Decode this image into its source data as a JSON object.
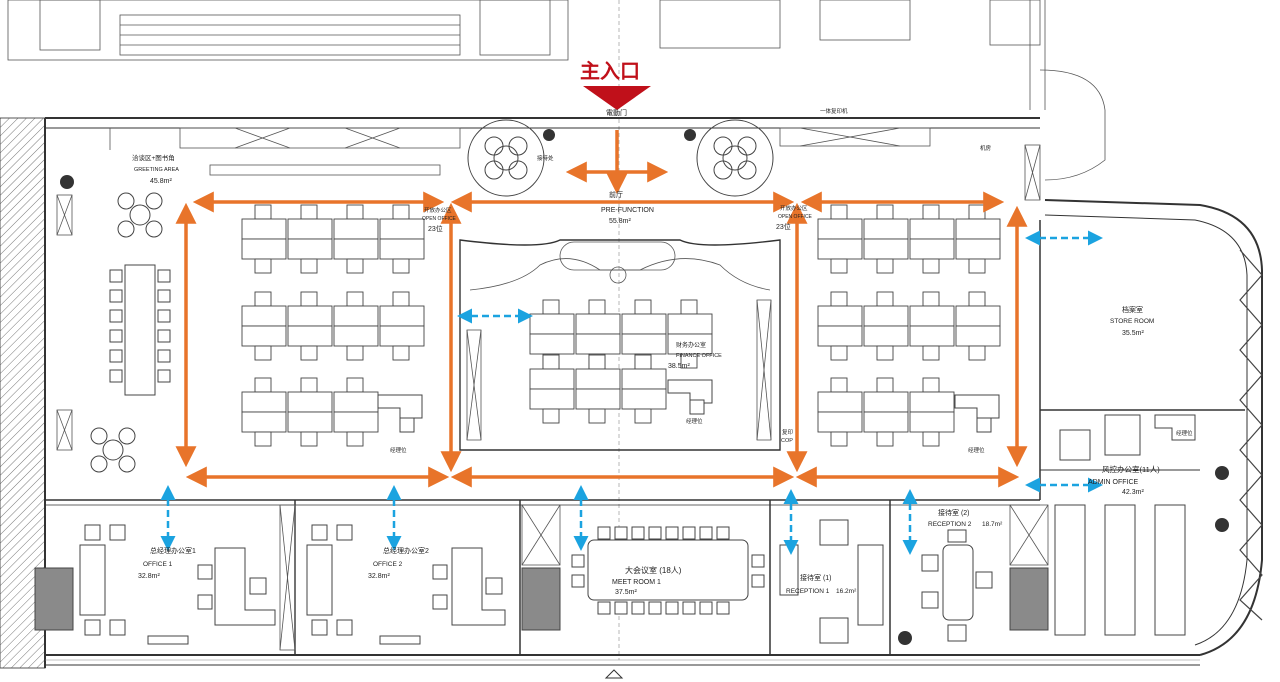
{
  "entrance": {
    "label": "主入口",
    "door": "電動门",
    "color": "#c0101a"
  },
  "colors": {
    "orange_arrow": "#e8742a",
    "blue_arrow": "#1ba3e0",
    "wall": "#333333"
  },
  "rooms": {
    "greeting": {
      "cn": "洽谈区+图书角",
      "en": "GREETING AREA",
      "area": "45.8m²"
    },
    "prefunction": {
      "cn": "前厅",
      "en": "PRE-FUNCTION",
      "area": "55.8m²"
    },
    "open_left": {
      "cn": "开放办公区",
      "en": "OPEN OFFICE",
      "seats": "23位"
    },
    "open_right": {
      "cn": "开放办公区",
      "en": "OPEN OFFICE",
      "seats": "23位"
    },
    "finance": {
      "cn": "财务办公室",
      "en": "FINANCE OFFICE",
      "area": "38.5m²"
    },
    "store": {
      "cn": "档案室",
      "en": "STORE ROOM",
      "area": "35.5m²"
    },
    "admin": {
      "cn": "风控办公室(11人)",
      "en": "ADMIN OFFICE",
      "area": "42.3m²"
    },
    "office1": {
      "cn": "总经理办公室1",
      "en": "OFFICE  1",
      "area": "32.8m²"
    },
    "office2": {
      "cn": "总经理办公室2",
      "en": "OFFICE  2",
      "area": "32.8m²"
    },
    "meet1": {
      "cn": "大会议室    (18人)",
      "en": "MEET ROOM 1",
      "area": "37.5m²"
    },
    "reception1": {
      "cn": "接待室    (1)",
      "en": "RECEPTION 1",
      "area": "16.2m²"
    },
    "reception2": {
      "cn": "接待室    (2)",
      "en": "RECEPTION 2",
      "area": "18.7m²"
    }
  },
  "small_labels": {
    "manager_desk": "经理位",
    "copy": "复印",
    "copy_en": "COP",
    "integrated_machine": "一体复印机",
    "server": "机房",
    "reception_desk": "接待处"
  }
}
